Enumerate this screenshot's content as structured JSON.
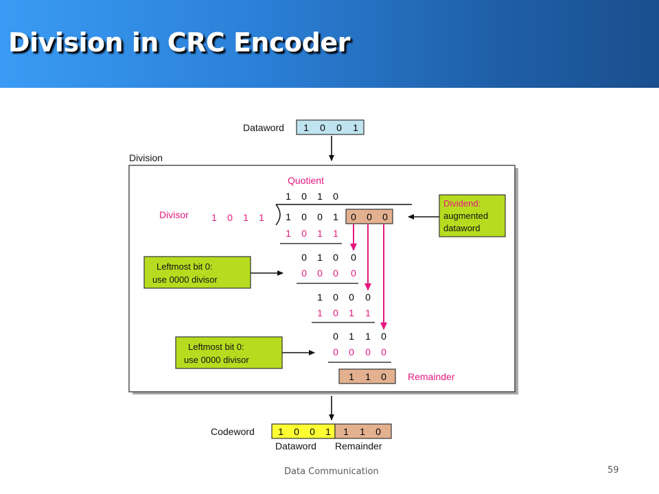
{
  "slide": {
    "title": "Division in CRC Encoder",
    "footer": "Data Communication",
    "page_number": "59"
  },
  "diagram": {
    "dataword_label": "Dataword",
    "dataword_bits": [
      "1",
      "0",
      "0",
      "1"
    ],
    "division_label": "Division",
    "quotient_label": "Quotient",
    "quotient_bits": [
      "1",
      "0",
      "1",
      "0"
    ],
    "divisor_label": "Divisor",
    "divisor_bits": [
      "1",
      "0",
      "1",
      "1"
    ],
    "dividend_bits": [
      "1",
      "0",
      "0",
      "1"
    ],
    "augment_bits": [
      "0",
      "0",
      "0"
    ],
    "dividend_note": [
      "Dividend:",
      "augmented",
      "dataword"
    ],
    "step1_sub": [
      "1",
      "0",
      "1",
      "1"
    ],
    "step1_rem": [
      "0",
      "1",
      "0",
      "0"
    ],
    "step2_sub": [
      "0",
      "0",
      "0",
      "0"
    ],
    "step2_rem": [
      "1",
      "0",
      "0",
      "0"
    ],
    "step3_sub": [
      "1",
      "0",
      "1",
      "1"
    ],
    "step3_rem": [
      "0",
      "1",
      "1",
      "0"
    ],
    "step4_sub": [
      "0",
      "0",
      "0",
      "0"
    ],
    "remainder_bits": [
      "1",
      "1",
      "0"
    ],
    "remainder_label": "Remainder",
    "note_leftmost": [
      "Leftmost bit 0:",
      "use 0000 divisor"
    ],
    "codeword_label": "Codeword",
    "codeword_data_bits": [
      "1",
      "0",
      "0",
      "1"
    ],
    "codeword_rem_bits": [
      "1",
      "1",
      "0"
    ],
    "codeword_data_caption": "Dataword",
    "codeword_rem_caption": "Remainder"
  },
  "colors": {
    "pink": "#e5177f",
    "lime": "#b7dc1f",
    "salmon": "#e3b190",
    "blue_box": "#bfe3ef",
    "yellow": "#ffff33"
  }
}
